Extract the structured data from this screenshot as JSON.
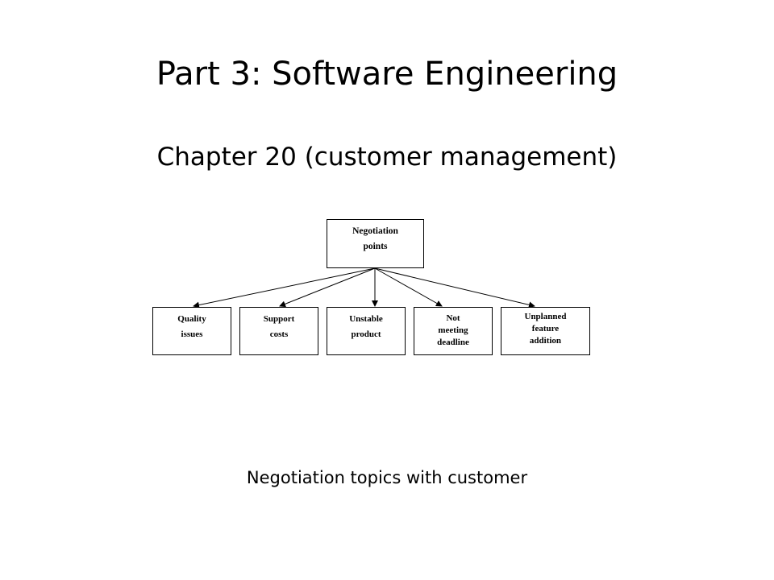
{
  "slide": {
    "title": "Part 3: Software Engineering",
    "subtitle": "Chapter 20 (customer management)",
    "caption": "Negotiation topics with customer"
  },
  "diagram": {
    "root": {
      "lines": [
        "Negotiation",
        "points"
      ]
    },
    "children": [
      {
        "lines": [
          "Quality",
          "issues"
        ]
      },
      {
        "lines": [
          "Support",
          "costs"
        ]
      },
      {
        "lines": [
          "Unstable",
          "product"
        ]
      },
      {
        "lines": [
          "Not",
          "meeting",
          "deadline"
        ]
      },
      {
        "lines": [
          "Unplanned",
          "feature",
          "addition"
        ]
      }
    ],
    "line_color": "#000000"
  }
}
